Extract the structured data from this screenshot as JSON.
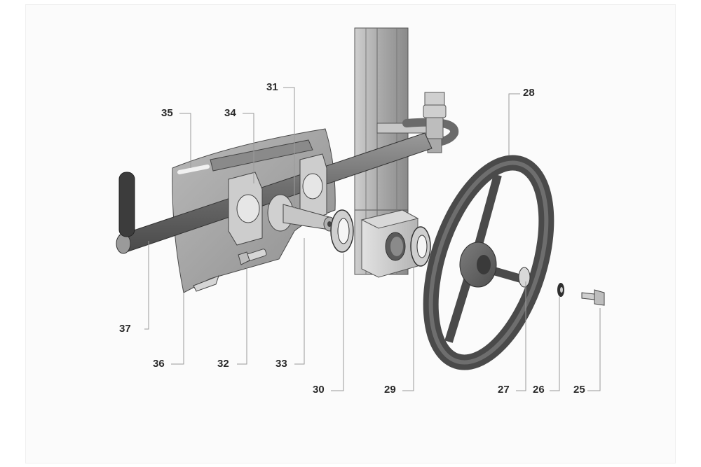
{
  "diagram": {
    "callouts": [
      {
        "id": "c25",
        "label": "25"
      },
      {
        "id": "c26",
        "label": "26"
      },
      {
        "id": "c27",
        "label": "27"
      },
      {
        "id": "c28",
        "label": "28"
      },
      {
        "id": "c29",
        "label": "29"
      },
      {
        "id": "c30",
        "label": "30"
      },
      {
        "id": "c31",
        "label": "31"
      },
      {
        "id": "c32",
        "label": "32"
      },
      {
        "id": "c33",
        "label": "33"
      },
      {
        "id": "c34",
        "label": "34"
      },
      {
        "id": "c35",
        "label": "35"
      },
      {
        "id": "c36",
        "label": "36"
      },
      {
        "id": "c37",
        "label": "37"
      }
    ]
  }
}
